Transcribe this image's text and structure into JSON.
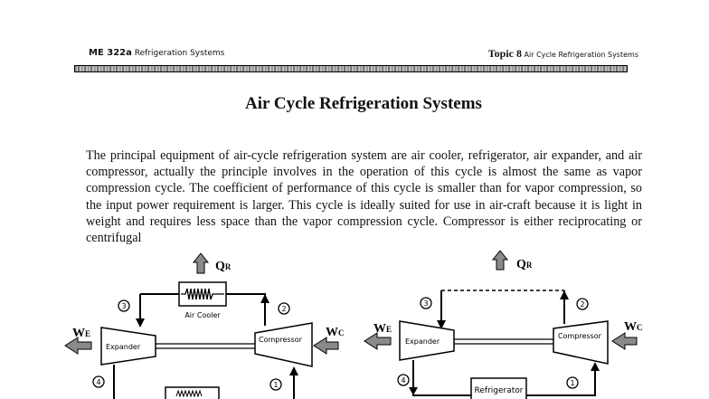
{
  "header": {
    "course_code": "ME 322a",
    "course_name": "Refrigeration Systems",
    "topic_label": "Topic 8",
    "topic_name": "Air Cycle Refrigeration Systems"
  },
  "title": "Air Cycle Refrigeration Systems",
  "paragraph": "The principal equipment of air-cycle refrigeration system are air cooler, refrigerator, air expander, and air compressor, actually the principle involves in the operation of this cycle is almost the same as vapor compression cycle. The coefficient of performance of this cycle is smaller than for vapor compression, so the input power requirement is larger. This cycle is ideally suited for use in air-craft because it is light in weight and requires less space than the vapor compression cycle. Compressor is either reciprocating or centrifugal",
  "diagram_left": {
    "heat_rejected": {
      "main": "Q",
      "sub": "R"
    },
    "work_expander": {
      "main": "W",
      "sub": "E"
    },
    "work_compressor": {
      "main": "W",
      "sub": "C"
    },
    "cooler_label": "Air Cooler",
    "expander_label": "Expander",
    "compressor_label": "Compressor",
    "states": [
      "1",
      "2",
      "3",
      "4"
    ]
  },
  "diagram_right": {
    "heat_rejected": {
      "main": "Q",
      "sub": "R"
    },
    "work_expander": {
      "main": "W",
      "sub": "E"
    },
    "work_compressor": {
      "main": "W",
      "sub": "C"
    },
    "expander_label": "Expander",
    "compressor_label": "Compressor",
    "refrigerator_label": "Refrigerator",
    "states": [
      "1",
      "2",
      "3",
      "4"
    ]
  },
  "colors": {
    "arrow_fill": "#8a8a8a",
    "line": "#000000"
  }
}
